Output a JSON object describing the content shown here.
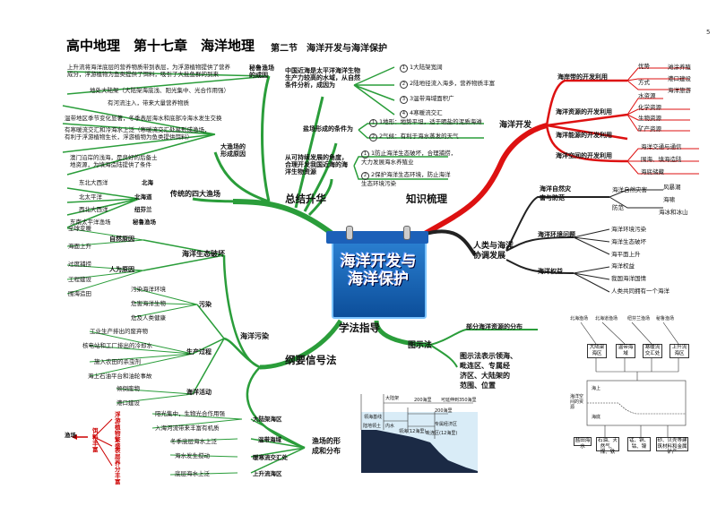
{
  "header": {
    "title": "高中地理　第十七章　海洋地理",
    "section": "第二节　海洋开发与海洋保护",
    "page_no": "5"
  },
  "center": {
    "title_line1": "海洋开发与",
    "title_line2": "海洋保护"
  },
  "branches": {
    "summary": "总结升华",
    "knowledge": "知识梳理",
    "method": "学法指导",
    "outline": "纲要信号法",
    "diagram": "图示法"
  },
  "summary": {
    "fishery_origin": "秘鲁渔场\n的成因",
    "fishery_notes": [
      "上升流将海洋底层的营养物质带到表层，为浮游植物提供了营养",
      "成分，浮游植物为鱼类提供了饵料，吸引了大批鱼群的到来",
      "地处大陆架（大陆架海底浅、阳光集中、光合作用强）"
    ],
    "bigfish_formation": "大渔场的\n形成原因",
    "bigfish_notes": [
      "有河流注入，带来大量营养物质",
      "温带地区季节变化显著，冬季表层海水和底部冷海水发生交换",
      "有寒暖流交汇和冷海水上泛（寒暖流交汇处易形成渔场，",
      "有利于浮游植物生长，浮游植物为鱼类提供饵料）",
      "澳门沿岸的浅海，是良好的后备土",
      "地资源，为填海造陆提供了条件"
    ],
    "china_sea": "中国近海是太平洋海洋生物\n生产力较高的水域，从自然\n条件分析，成因为",
    "china_sea_items": [
      "1大陆架宽阔",
      "2陆地径流入海多，营养物质丰富",
      "3温带海域面积广",
      "4寒暖流交汇"
    ],
    "salt": "盐场形成的条件为",
    "salt_items": [
      "1地形：地势平坦，适于晒盐的泥质海滩",
      "2气候：有利于海水蒸发的天气"
    ],
    "sustain": "从可持续发展的角度，\n合理开发我国近海的海\n洋生物资源",
    "sustain_items": [
      "1防止海洋生态破坏，合理捕捞，\n大力发展海水养殖业",
      "2保护海洋生态环境，防止海洋\n生态环境污染"
    ],
    "four_fisheries": "传统的四大渔场",
    "fisheries": [
      {
        "area": "东北大西洋",
        "name": "北海"
      },
      {
        "area": "北太平洋",
        "name": "北海道"
      },
      {
        "area": "西北大西洋",
        "name": "纽芬兰"
      },
      {
        "area": "东南太平洋渔场",
        "name": "秘鲁渔场"
      }
    ]
  },
  "knowledge": {
    "ocean_dev": "海洋开发",
    "coastal": "海岸带的开发利用",
    "coastal_adv": [
      "优势",
      "方式"
    ],
    "coastal_ways": [
      "滩涂养殖",
      "港口建设",
      "海洋旅游"
    ],
    "resources": "海洋资源的开发利用",
    "resource_types": [
      "水资源",
      "化学资源",
      "生物资源",
      "矿产资源"
    ],
    "energy": "海洋能源的开发利用",
    "space": "海洋空间的开发利用",
    "space_items": [
      "海洋交通与通信",
      "围海、填海造陆",
      "海底储藏"
    ],
    "harmony": "人类与海洋\n协调发展",
    "disaster": "海洋自然灾\n害与防范",
    "disaster_items": [
      "海洋自然灾害",
      "防范"
    ],
    "disaster_kinds": [
      "风暴潮",
      "海啸",
      "海冰和冰山"
    ],
    "env": "海洋环境问题",
    "env_items": [
      "海洋环境污染",
      "海洋生态破坏",
      "海平面上升"
    ],
    "rights": "海洋权益",
    "rights_items": [
      "海洋权益",
      "我国海洋国情",
      "人类共同拥有一个海洋"
    ]
  },
  "outline": {
    "eco": "海洋生态破坏",
    "natural": "自然原因",
    "natural_items": [
      "全球变暖",
      "海面上升"
    ],
    "human": "人为原因",
    "human_items": [
      "过度捕捞",
      "工程建设",
      "围海造田"
    ],
    "pollution": "海洋污染",
    "pollute": "污染",
    "pollute_items": [
      "污染海洋环境",
      "危害海洋生物",
      "危及人类健康"
    ],
    "production": "生产过程",
    "production_items": [
      "工业生产排出的废弃物",
      "核电站和工厂排出的冷却水",
      "施入农田的杀虫剂",
      "海上石油平台和油轮事故"
    ],
    "sea_activity": "海洋活动",
    "sea_activity_items": [
      "倾倒废物",
      "港口建设"
    ],
    "distribution": "渔场的形\n成和分布",
    "dist_items": [
      "大陆架海区",
      "温带海域",
      "暖寒流交汇处",
      "上升流海区"
    ],
    "dist_notes": [
      "阳光集中，生物光合作用强",
      "入海河流带来丰富有机质",
      "冬季底层海水上泛",
      "海水发生搅动",
      "底层海水上泛"
    ],
    "chain": [
      "浮游植物繁盛",
      "饵料丰富",
      "表层养分丰富"
    ],
    "chain_end": "渔场"
  },
  "diagram": {
    "title": "部分海洋资源的分布",
    "desc": "图示法表示领海、\n毗连区、专属经\n济区、大陆架的\n范围、位置",
    "profile_labels": [
      "领海基线",
      "大陆架",
      "200海里",
      "可延伸到350海里",
      "陆地领土",
      "内水",
      "领海(12海里)",
      "毗连区(12海里)",
      "专属经济区",
      "200海里"
    ],
    "res_top": [
      "北海渔场",
      "北海道渔场",
      "纽芬兰渔场",
      "秘鲁渔场"
    ],
    "res_mid": [
      "大陆架海区",
      "温带海域",
      "寒暖流交汇处",
      "上升流海区"
    ],
    "res_labels": [
      "海上",
      "海底",
      "海洋空间的资源"
    ],
    "res_bottom": [
      "盐田海水",
      "石油、天然气、煤、铁",
      "锰、铜、钴、镍",
      "砂、贝壳等建筑材料和金属矿产"
    ]
  }
}
